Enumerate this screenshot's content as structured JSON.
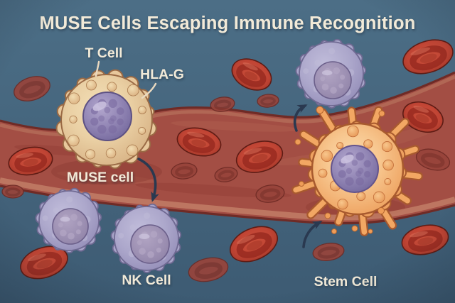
{
  "title": "MUSE Cells Escaping Immune Recognition",
  "labels": {
    "t_cell": "T Cell",
    "hla_g": "HLA-G",
    "muse_cell": "MUSE cell",
    "nk_cell": "NK Cell",
    "stem_cell": "Stem Cell"
  },
  "colors": {
    "background_top": "#4c6e86",
    "background_bottom": "#3d5b73",
    "vessel": "#a34e44",
    "vessel_outline": "#6f2b26",
    "vessel_rim": "#c8876c",
    "rbc_bright": "#c04434",
    "rbc_muted": "#98443b",
    "muse_body": "#e8c89c",
    "nucleus_purple": "#8a7bae",
    "lymphocyte_body": "#a8a4c8",
    "stem_body": "#f0a967",
    "arrow": "#2a3950",
    "label_text": "#f2ead8"
  }
}
